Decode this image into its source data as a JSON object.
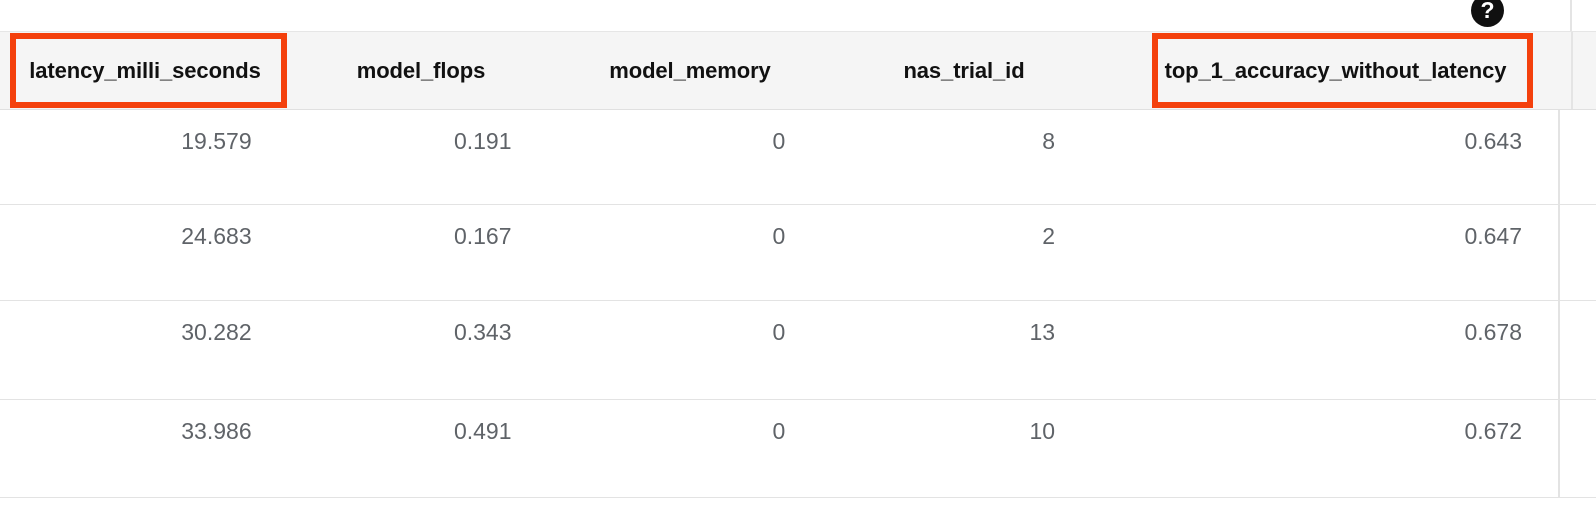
{
  "icons": {
    "help": "?"
  },
  "table": {
    "columns": [
      {
        "key": "latency_milli_seconds",
        "label": "latency_milli_seconds",
        "highlighted": true
      },
      {
        "key": "model_flops",
        "label": "model_flops",
        "highlighted": false
      },
      {
        "key": "model_memory",
        "label": "model_memory",
        "highlighted": false
      },
      {
        "key": "nas_trial_id",
        "label": "nas_trial_id",
        "highlighted": false
      },
      {
        "key": "top_1_accuracy_without_latency",
        "label": "top_1_accuracy_without_latency",
        "highlighted": true
      },
      {
        "key": "partial_column",
        "label": "",
        "highlighted": false
      }
    ],
    "rows": [
      {
        "latency_milli_seconds": "19.579",
        "model_flops": "0.191",
        "model_memory": "0",
        "nas_trial_id": "8",
        "top_1_accuracy_without_latency": "0.643",
        "partial_column": ""
      },
      {
        "latency_milli_seconds": "24.683",
        "model_flops": "0.167",
        "model_memory": "0",
        "nas_trial_id": "2",
        "top_1_accuracy_without_latency": "0.647",
        "partial_column": ""
      },
      {
        "latency_milli_seconds": "30.282",
        "model_flops": "0.343",
        "model_memory": "0",
        "nas_trial_id": "13",
        "top_1_accuracy_without_latency": "0.678",
        "partial_column": ""
      },
      {
        "latency_milli_seconds": "33.986",
        "model_flops": "0.491",
        "model_memory": "0",
        "nas_trial_id": "10",
        "top_1_accuracy_without_latency": "0.672",
        "partial_column": ""
      }
    ]
  },
  "annotations": {
    "color": "#f4400c",
    "boxes": [
      {
        "target": "latency_milli_seconds"
      },
      {
        "target": "top_1_accuracy_without_latency"
      }
    ]
  },
  "colors": {
    "header_background": "#f5f5f5",
    "header_text": "#111111",
    "cell_text": "#5f6368",
    "grid_line": "#e3e3e3",
    "highlight": "#f4400c",
    "page_background": "#ffffff"
  }
}
